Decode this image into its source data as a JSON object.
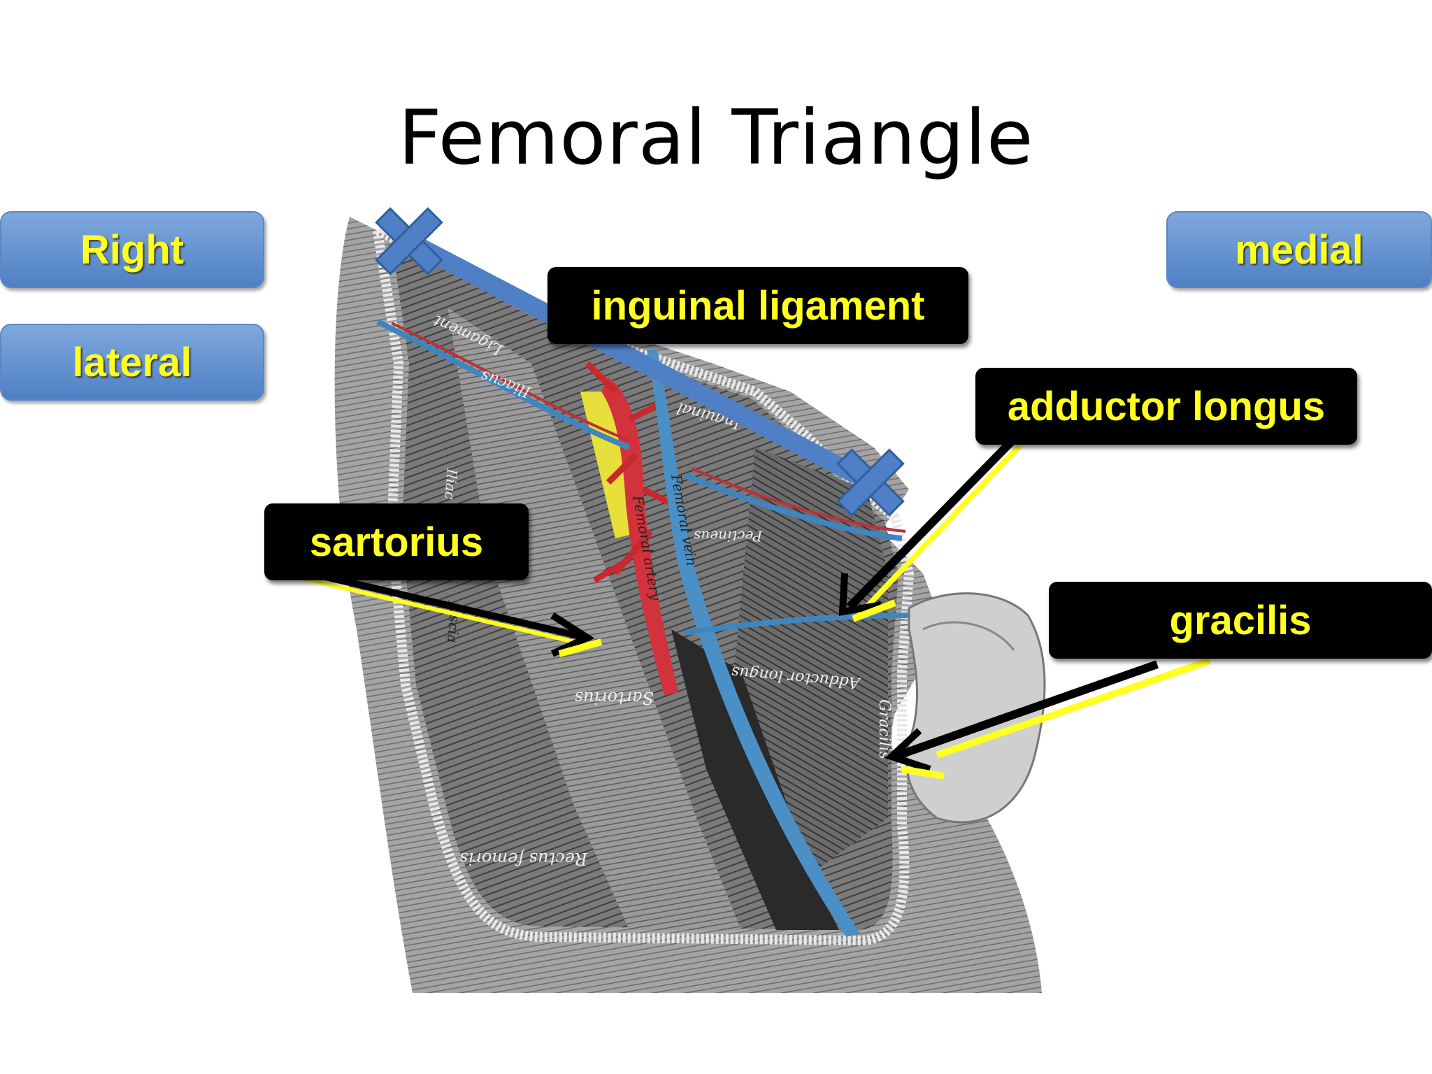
{
  "slide": {
    "title": "Femoral Triangle"
  },
  "orientation_labels": {
    "right": "Right",
    "lateral": "lateral",
    "medial": "medial"
  },
  "structure_labels": {
    "inguinal_ligament": "inguinal ligament",
    "adductor_longus": "adductor longus",
    "sartorius": "sartorius",
    "gracilis": "gracilis"
  },
  "engraving_text": {
    "ligament": "Ligament",
    "iliacus": "Iliacus",
    "inguinal": "Inguinal",
    "iliac": "Iliac",
    "femoral_artery": "Femoral artery",
    "femoral_vein": "Femoral vein",
    "pectineus": "Pectineus",
    "sartorius": "Sartorius",
    "adductor_longus": "Adductor longus",
    "gracilis": "Gracilis",
    "rectus_femoris": "Rectus femoris",
    "fascia": "fascia"
  },
  "colors": {
    "label_text": "#ffff22",
    "button_blue": "#5b8ccf",
    "artery_red": "#d2323c",
    "vein_blue": "#4a90c6",
    "nerve_yellow": "#e8e03a",
    "ligament_line_blue": "#4f7fc4"
  }
}
